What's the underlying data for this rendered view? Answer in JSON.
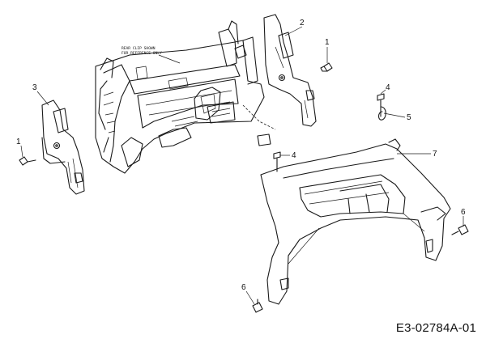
{
  "callouts": {
    "c1a": "1",
    "c1b": "1",
    "c2": "2",
    "c3": "3",
    "c4a": "4",
    "c4b": "4",
    "c5": "5",
    "c6a": "6",
    "c6b": "6",
    "c7": "7"
  },
  "note": {
    "line1": "REAR CLIP SHOWN",
    "line2": "FOR REFERENCE ONLY"
  },
  "reference_code": "E3-02784A-01"
}
